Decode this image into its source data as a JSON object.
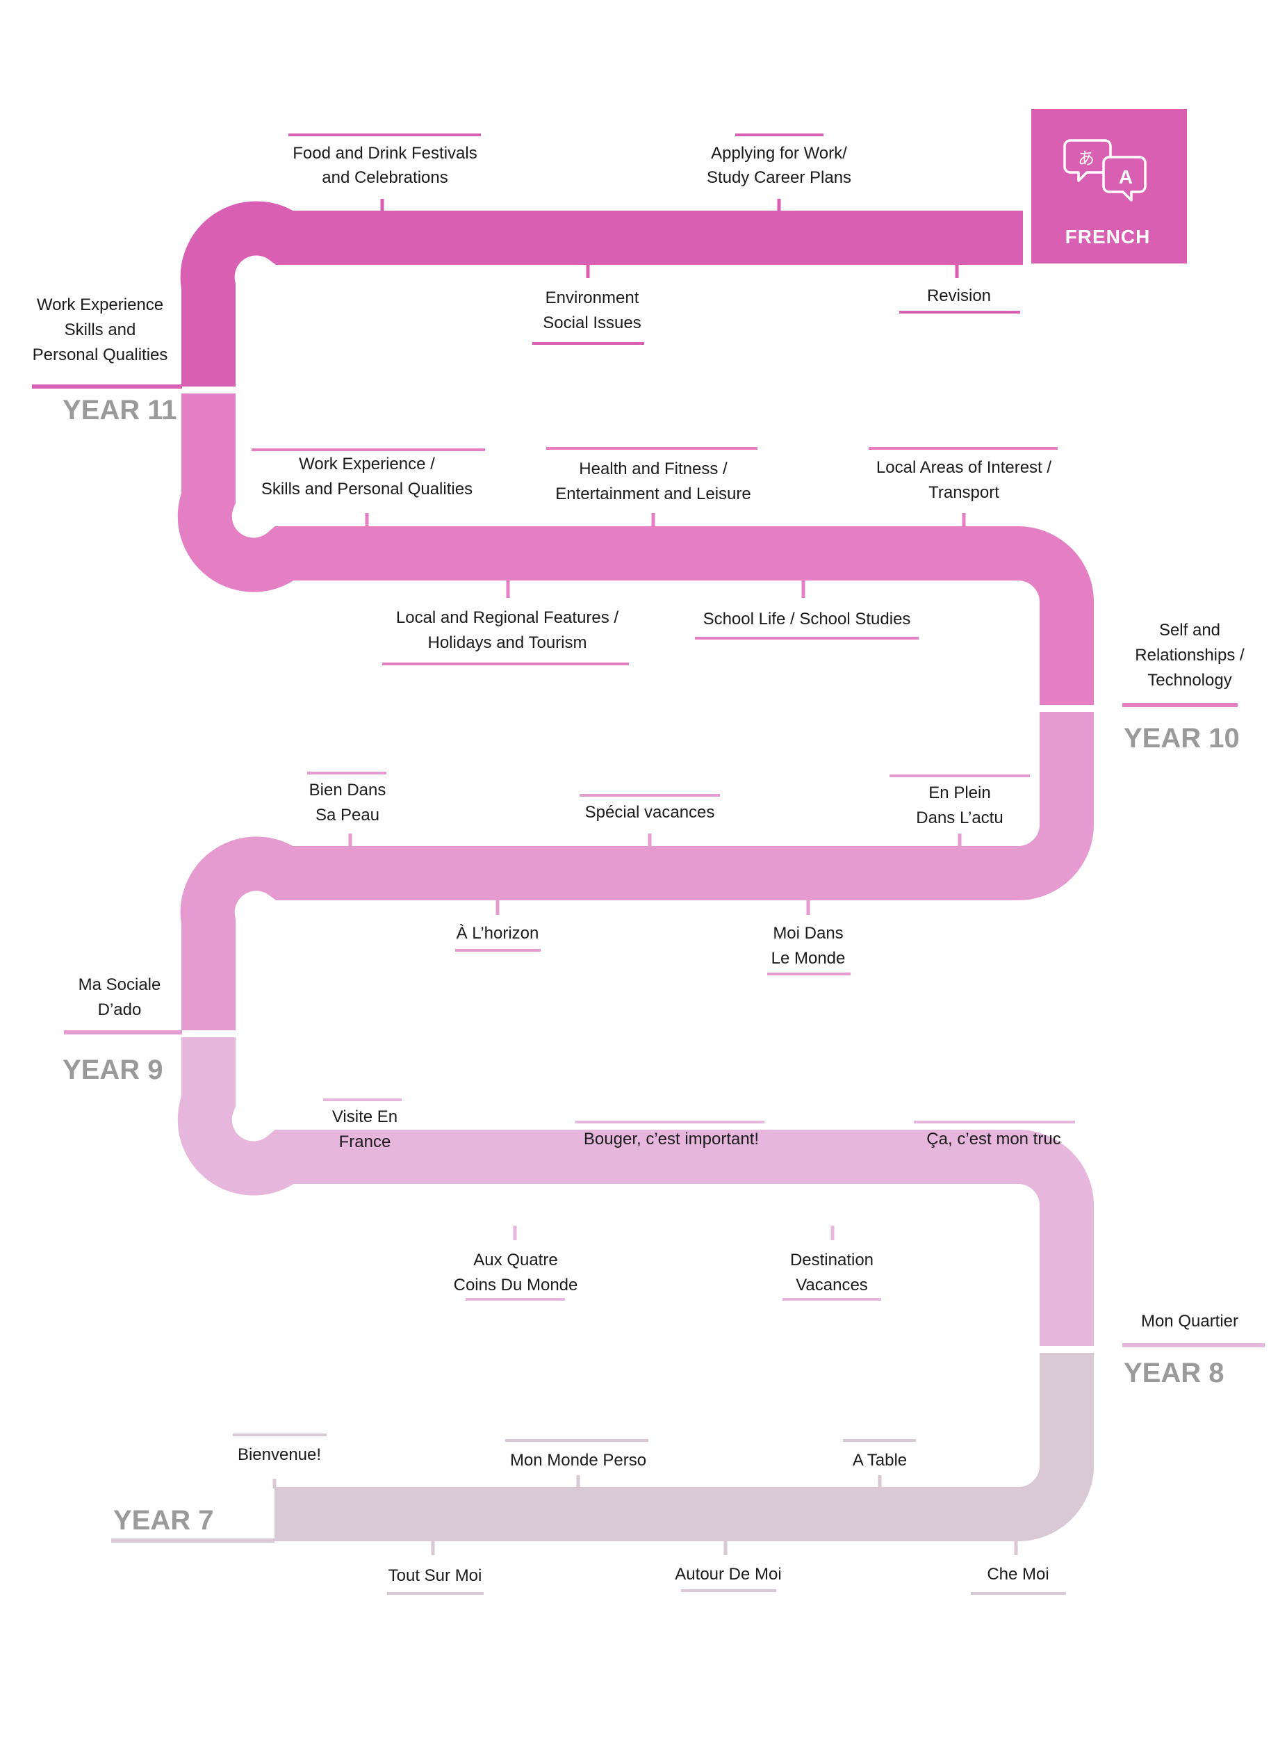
{
  "subject": {
    "label": "FRENCH",
    "icon": "translate-speech-bubbles-icon",
    "color": "#d95fb2"
  },
  "colors": {
    "year11": "#d95fb2",
    "year10": "#e57fc4",
    "year9": "#e59bcf",
    "year8": "#e6b6dc",
    "year7": "#d8c9d4"
  },
  "years": [
    {
      "label": "YEAR 11"
    },
    {
      "label": "YEAR 10"
    },
    {
      "label": "YEAR 9"
    },
    {
      "label": "YEAR 8"
    },
    {
      "label": "YEAR 7"
    }
  ],
  "topics": [
    {
      "lines": [
        "Food and Drink Festivals",
        "and Celebrations"
      ]
    },
    {
      "lines": [
        "Applying for Work/",
        "Study Career Plans"
      ]
    },
    {
      "lines": [
        "Environment",
        "Social Issues"
      ]
    },
    {
      "lines": [
        "Revision"
      ]
    },
    {
      "lines": [
        "Work Experience",
        "Skills and",
        "Personal Qualities"
      ]
    },
    {
      "lines": [
        "Work Experience /",
        "Skills and Personal Qualities"
      ]
    },
    {
      "lines": [
        "Health and Fitness /",
        "Entertainment and Leisure"
      ]
    },
    {
      "lines": [
        "Local Areas of Interest /",
        "Transport"
      ]
    },
    {
      "lines": [
        "Local and Regional Features /",
        "Holidays and Tourism"
      ]
    },
    {
      "lines": [
        "School Life / School Studies"
      ]
    },
    {
      "lines": [
        "Self and",
        "Relationships /",
        "Technology"
      ]
    },
    {
      "lines": [
        "Bien Dans",
        "Sa Peau"
      ]
    },
    {
      "lines": [
        "Spécial vacances"
      ]
    },
    {
      "lines": [
        "En Plein",
        "Dans L’actu"
      ]
    },
    {
      "lines": [
        "À L’horizon"
      ]
    },
    {
      "lines": [
        "Moi Dans",
        "Le Monde"
      ]
    },
    {
      "lines": [
        "Ma Sociale",
        "D’ado"
      ]
    },
    {
      "lines": [
        "Visite En",
        "France"
      ]
    },
    {
      "lines": [
        "Bouger, c’est important!"
      ]
    },
    {
      "lines": [
        "Ça, c’est mon truc"
      ]
    },
    {
      "lines": [
        "Aux Quatre",
        "Coins Du Monde"
      ]
    },
    {
      "lines": [
        "Destination",
        "Vacances"
      ]
    },
    {
      "lines": [
        "Mon Quartier"
      ]
    },
    {
      "lines": [
        "Bienvenue!"
      ]
    },
    {
      "lines": [
        "Mon Monde Perso"
      ]
    },
    {
      "lines": [
        "A Table"
      ]
    },
    {
      "lines": [
        "Tout Sur Moi"
      ]
    },
    {
      "lines": [
        "Autour De Moi"
      ]
    },
    {
      "lines": [
        "Che Moi"
      ]
    }
  ]
}
